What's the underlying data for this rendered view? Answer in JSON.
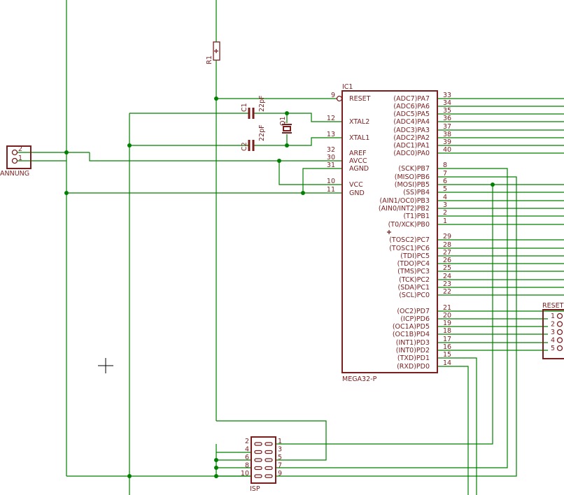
{
  "ic": {
    "ref": "IC1",
    "name": "MEGA32-P",
    "left_pins": [
      {
        "num": "9",
        "label": "RESET"
      },
      {
        "num": "12",
        "label": "XTAL2"
      },
      {
        "num": "13",
        "label": "XTAL1"
      },
      {
        "num": "32",
        "label": "AREF"
      },
      {
        "num": "30",
        "label": "AVCC"
      },
      {
        "num": "31",
        "label": "AGND"
      },
      {
        "num": "10",
        "label": "VCC"
      },
      {
        "num": "11",
        "label": "GND"
      }
    ],
    "right_pins": [
      {
        "num": "33",
        "label": "(ADC7)PA7"
      },
      {
        "num": "34",
        "label": "(ADC6)PA6"
      },
      {
        "num": "35",
        "label": "(ADC5)PA5"
      },
      {
        "num": "36",
        "label": "(ADC4)PA4"
      },
      {
        "num": "37",
        "label": "(ADC3)PA3"
      },
      {
        "num": "38",
        "label": "(ADC2)PA2"
      },
      {
        "num": "39",
        "label": "(ADC1)PA1"
      },
      {
        "num": "40",
        "label": "(ADC0)PA0"
      },
      {
        "num": "8",
        "label": "(SCK)PB7"
      },
      {
        "num": "7",
        "label": "(MISO)PB6"
      },
      {
        "num": "6",
        "label": "(MOSI)PB5"
      },
      {
        "num": "5",
        "label": "(SS)PB4"
      },
      {
        "num": "4",
        "label": "(AIN1/OC0)PB3"
      },
      {
        "num": "3",
        "label": "(AIN0/INT2)PB2"
      },
      {
        "num": "2",
        "label": "(T1)PB1"
      },
      {
        "num": "1",
        "label": "(T0/XCK)PB0"
      },
      {
        "num": "29",
        "label": "(TOSC2)PC7"
      },
      {
        "num": "28",
        "label": "(TOSC1)PC6"
      },
      {
        "num": "27",
        "label": "(TDI)PC5"
      },
      {
        "num": "26",
        "label": "(TDO)PC4"
      },
      {
        "num": "25",
        "label": "(TMS)PC3"
      },
      {
        "num": "24",
        "label": "(TCK)PC2"
      },
      {
        "num": "23",
        "label": "(SDA)PC1"
      },
      {
        "num": "22",
        "label": "(SCL)PC0"
      },
      {
        "num": "21",
        "label": "(OC2)PD7"
      },
      {
        "num": "20",
        "label": "(ICP)PD6"
      },
      {
        "num": "19",
        "label": "(OC1A)PD5"
      },
      {
        "num": "18",
        "label": "(OC1B)PD4"
      },
      {
        "num": "17",
        "label": "(INT1)PD3"
      },
      {
        "num": "16",
        "label": "(INT0)PD2"
      },
      {
        "num": "15",
        "label": "(TXD)PD1"
      },
      {
        "num": "14",
        "label": "(RXD)PD0"
      }
    ]
  },
  "resistor": {
    "ref": "R1"
  },
  "capacitors": [
    {
      "ref": "C1",
      "value": "22pF"
    },
    {
      "ref": "C2",
      "value": "22pF"
    }
  ],
  "crystal": {
    "ref": "Q1"
  },
  "power_connector": {
    "label": "ANNUNG",
    "pins": [
      "2",
      "1"
    ]
  },
  "reset_connector": {
    "label": "RESET",
    "pins": [
      "1",
      "2",
      "3",
      "4",
      "5"
    ]
  },
  "isp": {
    "label": "ISP",
    "left_pins": [
      "2",
      "4",
      "6",
      "8",
      "10"
    ],
    "right_pins": [
      "1",
      "3",
      "5",
      "7",
      "9"
    ]
  },
  "colors": {
    "wire": "#008000",
    "part": "#7a1e1e",
    "background": "#ffffff"
  }
}
